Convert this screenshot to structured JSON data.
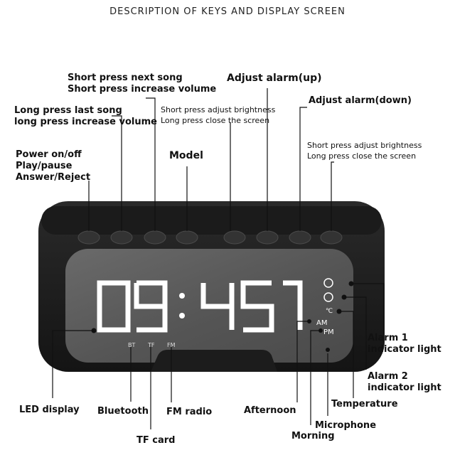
{
  "title": "DESCRIPTION OF KEYS AND DISPLAY SCREEN",
  "display": {
    "time_digits": [
      "0",
      "9",
      "4",
      "5"
    ],
    "am": "AM",
    "pm": "PM",
    "bt": "BT",
    "tf": "TF",
    "fm": "FM"
  },
  "callouts": {
    "next_song": [
      "Short press next song",
      "Short press increase volume"
    ],
    "last_song": [
      "Long press last song",
      "long press increase volume"
    ],
    "power": [
      "Power on/off",
      "Play/pause",
      "Answer/Reject"
    ],
    "model": "Model",
    "alarm_up": "Adjust alarm(up)",
    "alarm_down": "Adjust alarm(down)",
    "brightness_1": [
      "Short press adjust brightness",
      "Long press close the screen"
    ],
    "brightness_2": [
      "Short press adjust brightness",
      "Long press close the screen"
    ],
    "alarm1": [
      "Alarm 1",
      "indicator light"
    ],
    "alarm2": [
      "Alarm 2",
      "indicator light"
    ],
    "temperature": "Temperature",
    "microphone": "Microphone",
    "morning": "Morning",
    "afternoon": "Afternoon",
    "led_display": "LED display",
    "bluetooth": "Bluetooth",
    "fm_radio": "FM radio",
    "tf_card": "TF card"
  },
  "colors": {
    "body": "#1c1c1c",
    "mirror": "#5e5e5e",
    "led": "#ffffff",
    "line": "#111111"
  }
}
